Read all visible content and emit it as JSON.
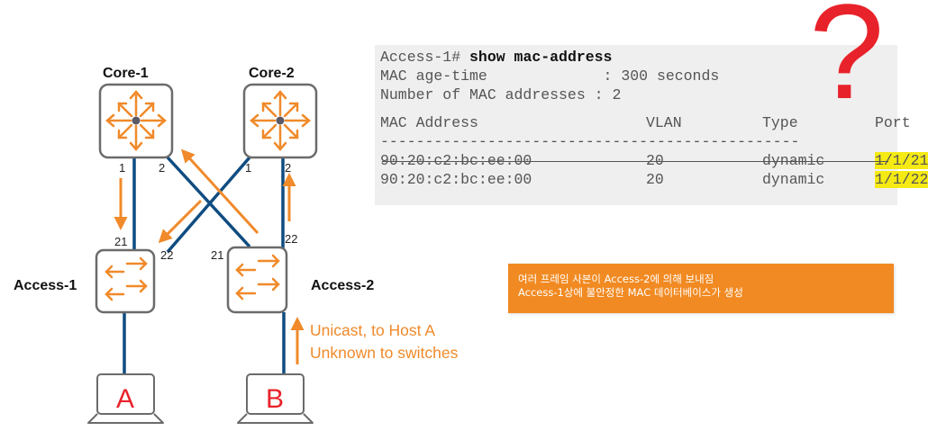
{
  "diagram": {
    "nodes": {
      "core1": {
        "label": "Core-1",
        "type": "core-switch"
      },
      "core2": {
        "label": "Core-2",
        "type": "core-switch"
      },
      "access1": {
        "label": "Access-1",
        "type": "access-switch"
      },
      "access2": {
        "label": "Access-2",
        "type": "access-switch"
      },
      "hostA": {
        "label": "A",
        "type": "host"
      },
      "hostB": {
        "label": "B",
        "type": "host"
      }
    },
    "ports": {
      "core1_p1": "1",
      "core1_p2": "2",
      "core2_p1": "1",
      "core2_p2": "2",
      "access1_p21": "21",
      "access1_p22": "22",
      "access2_p21": "21",
      "access2_p22": "22"
    },
    "note": {
      "line1": "Unicast, to Host A",
      "line2": "Unknown to switches"
    },
    "colors": {
      "link": "#0f4c81",
      "flow_arrow": "#f08a2a",
      "device_border": "#6b6b6b",
      "host_letter": "#e8222a"
    }
  },
  "cli": {
    "prompt": "Access-1# ",
    "command": "show mac-address",
    "age_line": "MAC age-time             : 300 seconds",
    "count_line": "Number of MAC addresses : 2",
    "headers": {
      "mac": "MAC Address",
      "vlan": "VLAN",
      "type": "Type",
      "port": "Port"
    },
    "separator": "-----------------------------------------------",
    "rows": [
      {
        "mac": "90:20:c2:bc:ee:00",
        "vlan": "20",
        "type": "dynamic",
        "port": "1/1/21",
        "struck": true
      },
      {
        "mac": "90:20:c2:bc:ee:00",
        "vlan": "20",
        "type": "dynamic",
        "port": "1/1/22",
        "struck": false
      }
    ]
  },
  "question_mark": "?",
  "callout": {
    "line1": "여러 프레임 사본이 Access-2에 의해 보내짐",
    "line2": "Access-1상에 불안정한 MAC 데이터베이스가 생성",
    "color": "#f18a22"
  }
}
